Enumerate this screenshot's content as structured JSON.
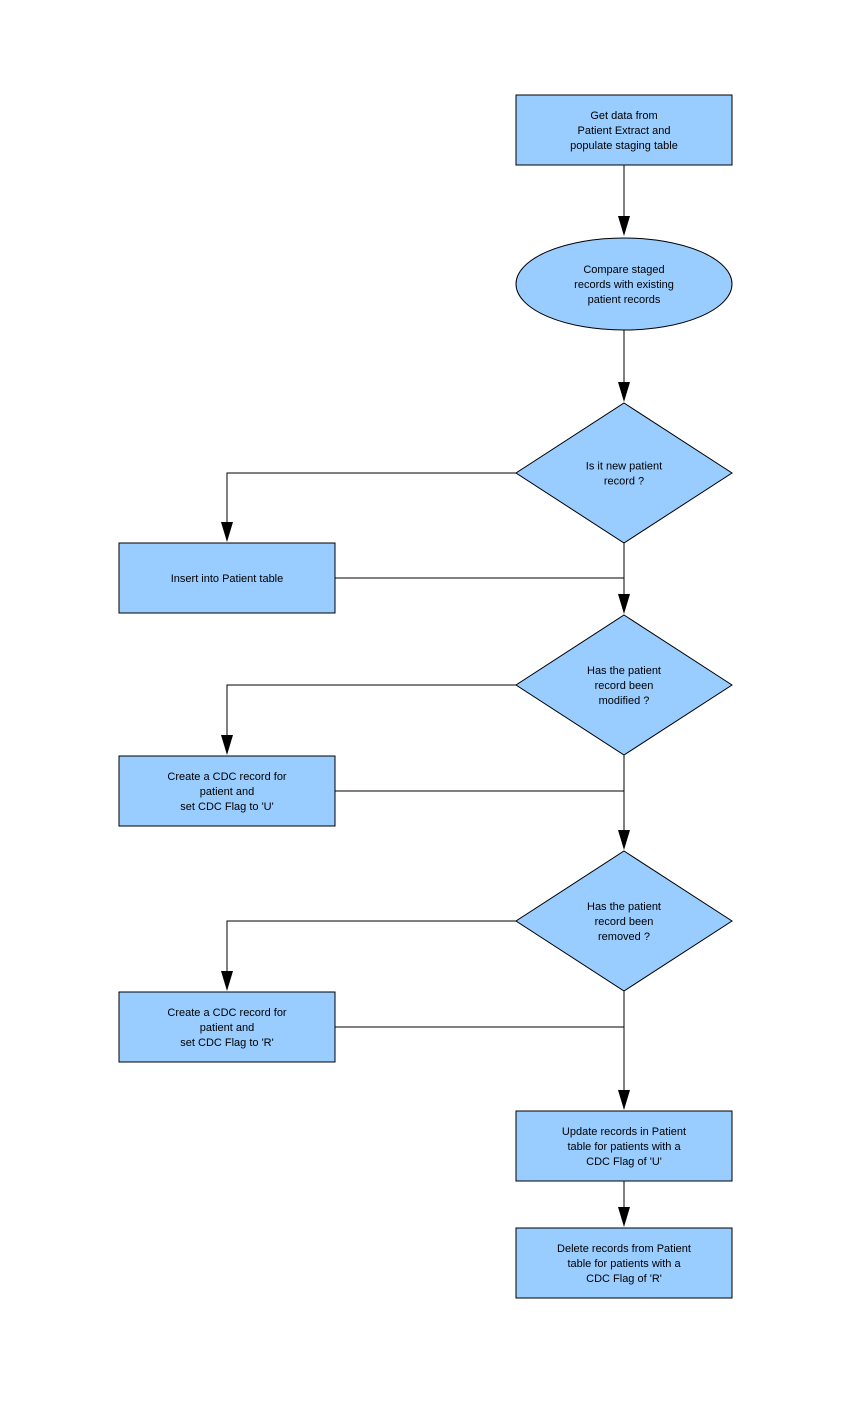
{
  "colors": {
    "shape_fill": "#99ccff",
    "stroke": "#000000",
    "background": "#ffffff"
  },
  "nodes": {
    "get_data": {
      "shape": "rectangle",
      "lines": [
        "Get data from",
        "Patient Extract and",
        "populate staging table"
      ]
    },
    "compare": {
      "shape": "ellipse",
      "lines": [
        "Compare staged",
        "records with existing",
        "patient records"
      ]
    },
    "is_new": {
      "shape": "diamond",
      "lines": [
        "Is it new patient",
        "record ?"
      ]
    },
    "insert": {
      "shape": "rectangle",
      "lines": [
        "Insert into Patient table"
      ]
    },
    "modified": {
      "shape": "diamond",
      "lines": [
        "Has the patient",
        "record been",
        "modified ?"
      ]
    },
    "cdc_u": {
      "shape": "rectangle",
      "lines": [
        "Create a CDC record for",
        "patient and",
        "set CDC Flag to 'U'"
      ]
    },
    "removed": {
      "shape": "diamond",
      "lines": [
        "Has the patient",
        "record been",
        "removed ?"
      ]
    },
    "cdc_r": {
      "shape": "rectangle",
      "lines": [
        "Create a CDC record for",
        "patient and",
        "set CDC Flag to 'R'"
      ]
    },
    "update": {
      "shape": "rectangle",
      "lines": [
        "Update records in Patient",
        "table for patients with a",
        "CDC Flag of 'U'"
      ]
    },
    "delete": {
      "shape": "rectangle",
      "lines": [
        "Delete records from Patient",
        "table for patients with a",
        "CDC Flag of 'R'"
      ]
    }
  },
  "edges": [
    {
      "from": "get_data",
      "to": "compare"
    },
    {
      "from": "compare",
      "to": "is_new"
    },
    {
      "from": "is_new",
      "to": "insert"
    },
    {
      "from": "insert",
      "to": "modified"
    },
    {
      "from": "is_new",
      "to": "modified"
    },
    {
      "from": "modified",
      "to": "cdc_u"
    },
    {
      "from": "cdc_u",
      "to": "removed"
    },
    {
      "from": "modified",
      "to": "removed"
    },
    {
      "from": "removed",
      "to": "cdc_r"
    },
    {
      "from": "cdc_r",
      "to": "update"
    },
    {
      "from": "removed",
      "to": "update"
    },
    {
      "from": "update",
      "to": "delete"
    }
  ]
}
